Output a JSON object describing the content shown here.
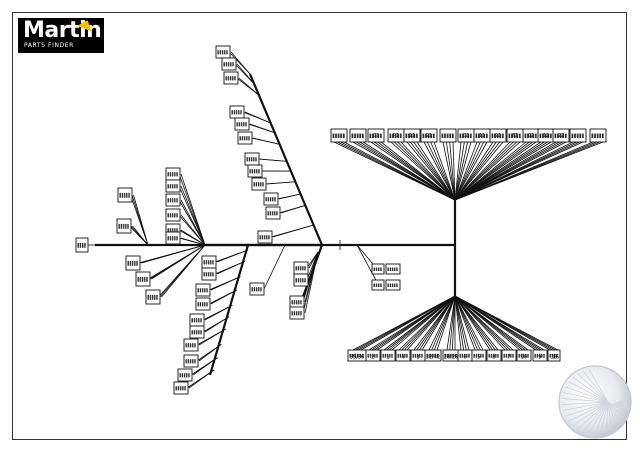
{
  "brand": {
    "name": "Martin",
    "subtitle": "PARTS FINDER",
    "accent_color": "#f2c200"
  },
  "connector_labels_top": [
    "",
    "",
    "C1",
    "P1",
    "11",
    "21",
    "",
    "C1",
    "11",
    "91",
    "61",
    "02",
    "12",
    "22",
    "",
    "",
    ""
  ],
  "connector_labels_bottom": [
    "35/36",
    "2",
    "1",
    "4",
    "3",
    "32/42",
    "28/28",
    "6",
    "5",
    "8",
    "7",
    "10",
    "9",
    "38",
    "16"
  ],
  "icons": {
    "watermark": "martin-sphere-icon"
  }
}
